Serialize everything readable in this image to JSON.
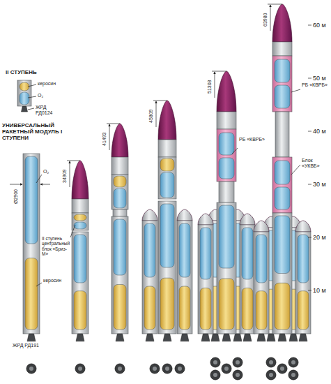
{
  "diagram": {
    "labels": [
      "II СТУПЕНЬ",
      "керосин",
      "O₂",
      "ЖРД РД0124",
      "УНИВЕРСАЛЬНЫЙ РАКЕТНЫЙ МОДУЛЬ I СТУПЕНИ",
      "O₂",
      "Ø2900",
      "керосин",
      "ЖРД РД191",
      "34909",
      "II ступень центральный блок «Бриз-М»",
      "41493",
      "45809",
      "51308",
      "РБ «КВРБ»",
      "63980",
      "РБ «КВРБ»",
      "Блок «УКВБ»",
      "60 м",
      "50 м",
      "40 м",
      "30 м",
      "20 м",
      "10 м"
    ]
  }
}
